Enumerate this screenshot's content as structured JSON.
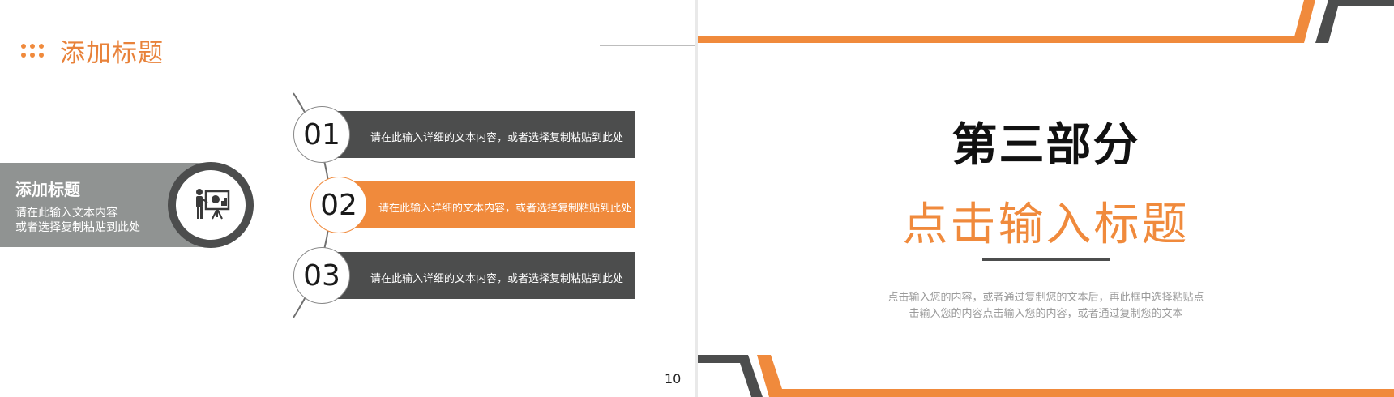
{
  "left_slide": {
    "title": "添加标题",
    "side_card": {
      "title": "添加标题",
      "lines": [
        "请在此输入文本内容",
        "或者选择复制粘贴到此处"
      ]
    },
    "items": [
      {
        "number": "01",
        "text": "请在此输入详细的文本内容，或者选择复制粘贴到此处",
        "highlighted": false
      },
      {
        "number": "02",
        "text": "请在此输入详细的文本内容，或者选择复制粘贴到此处",
        "highlighted": true
      },
      {
        "number": "03",
        "text": "请在此输入详细的文本内容，或者选择复制粘贴到此处",
        "highlighted": false
      }
    ],
    "page_number": "10"
  },
  "right_slide": {
    "section_label": "第三部分",
    "heading": "点击输入标题",
    "description": [
      "点击输入您的内容，或者通过复制您的文本后，再此框中选择粘贴点",
      "击输入您的内容点击输入您的内容，或者通过复制您的文本"
    ]
  },
  "colors": {
    "accent": "#f08a3c",
    "dark": "#4c4d4d",
    "gray_card": "#909392",
    "background": "#ffffff"
  },
  "icons": [
    "dots-grid-icon",
    "presenter-board-icon"
  ]
}
